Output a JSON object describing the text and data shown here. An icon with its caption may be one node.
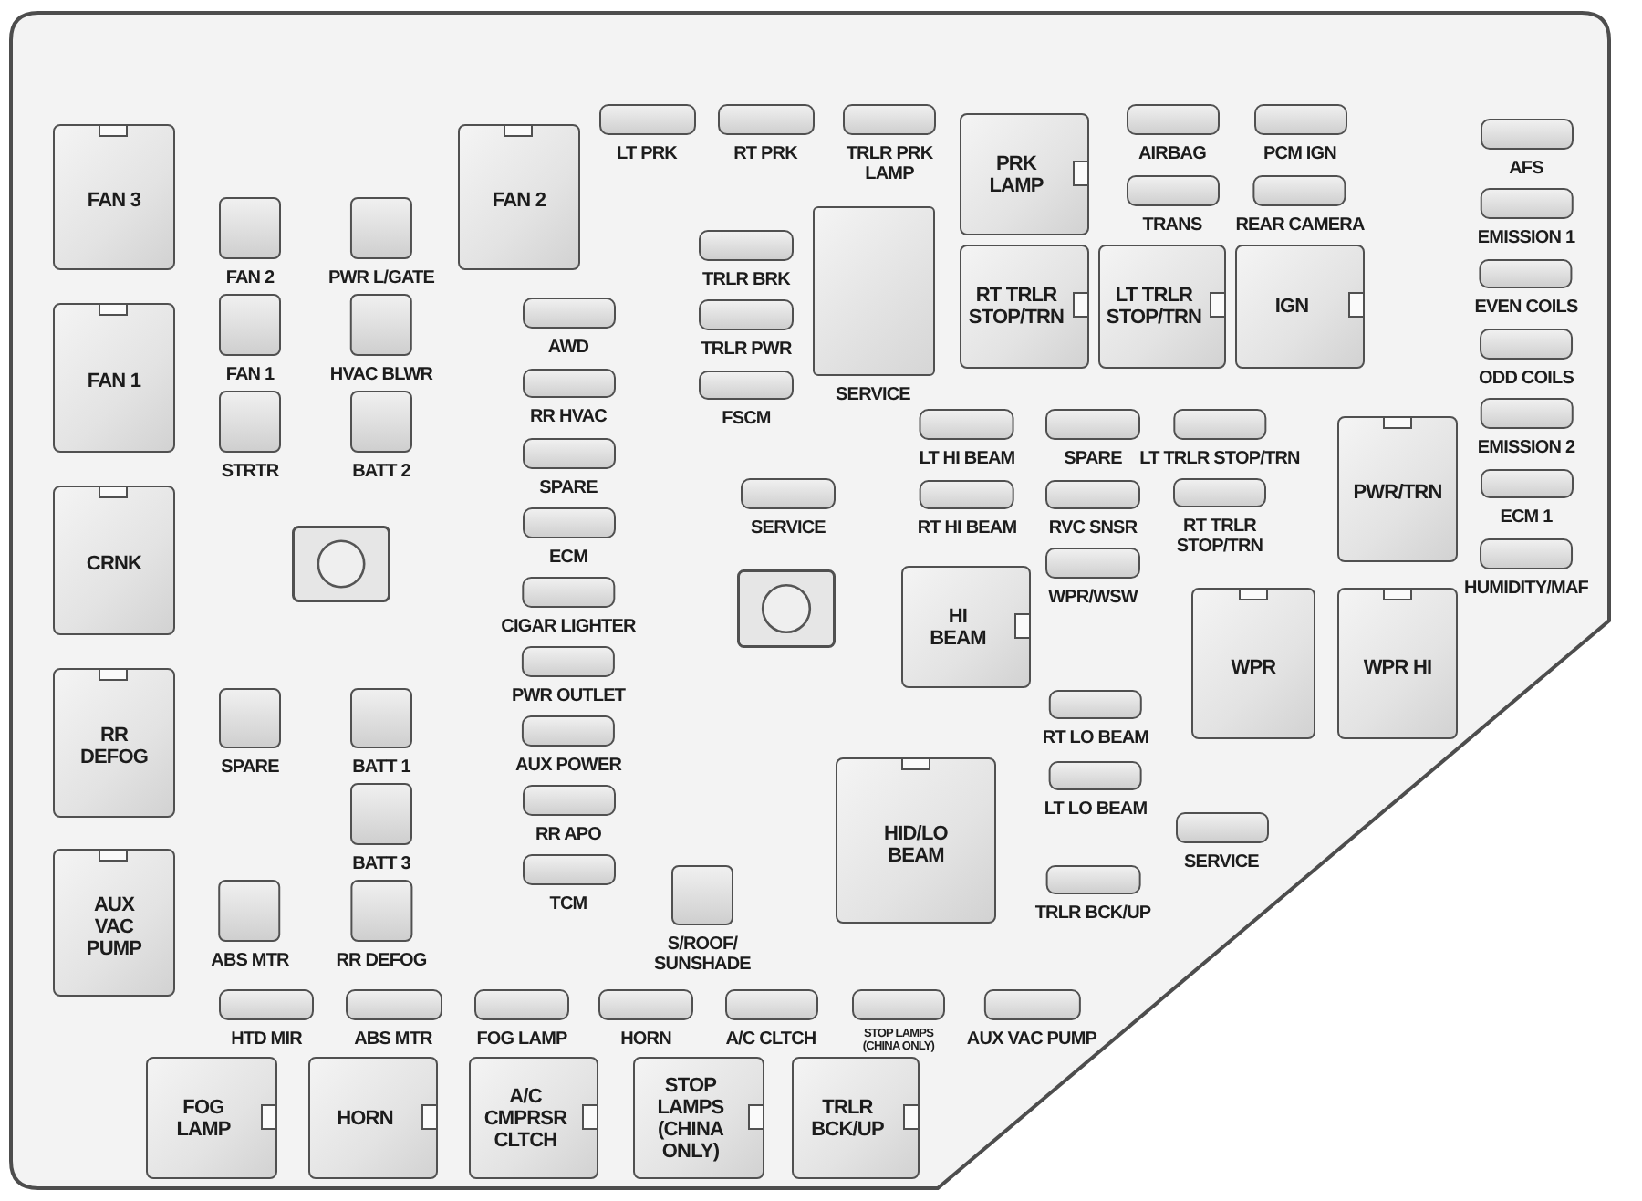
{
  "diagram": {
    "nodes": [
      {
        "text": [
          "FAN 3"
        ]
      },
      {
        "text": [
          "FAN 2"
        ]
      },
      {
        "text": [
          "LT PRK"
        ]
      },
      {
        "text": [
          "RT PRK"
        ]
      },
      {
        "text": [
          "TRLR PRK LAMP"
        ]
      },
      {
        "text": [
          "PRK LAMP"
        ]
      },
      {
        "text": [
          "AIRBAG"
        ]
      },
      {
        "text": [
          "PCM IGN"
        ]
      },
      {
        "text": [
          "AFS"
        ]
      },
      {
        "text": [
          "TRANS"
        ]
      },
      {
        "text": [
          "REAR CAMERA"
        ]
      },
      {
        "text": [
          "EMISSION 1"
        ]
      },
      {
        "text": [
          "FAN 2"
        ]
      },
      {
        "text": [
          "PWR L/GATE"
        ]
      },
      {
        "text": [
          "TRLR BRK"
        ]
      },
      {
        "text": [
          "SERVICE"
        ]
      },
      {
        "text": [
          "RT TRLR STOP/TRN"
        ]
      },
      {
        "text": [
          "LT TRLR STOP/TRN"
        ]
      },
      {
        "text": [
          "IGN"
        ]
      },
      {
        "text": [
          "EVEN COILS"
        ]
      },
      {
        "text": [
          "FAN 1"
        ]
      },
      {
        "text": [
          "FAN 1"
        ]
      },
      {
        "text": [
          "HVAC BLWR"
        ]
      },
      {
        "text": [
          "AWD"
        ]
      },
      {
        "text": [
          "TRLR PWR"
        ]
      },
      {
        "text": [
          "ODD COILS"
        ]
      },
      {
        "text": [
          "RR HVAC"
        ]
      },
      {
        "text": [
          "FSCM"
        ]
      },
      {
        "text": [
          "STRTR"
        ]
      },
      {
        "text": [
          "BATT 2"
        ]
      },
      {
        "text": [
          "EMISSION 2"
        ]
      },
      {
        "text": [
          "LT HI BEAM"
        ]
      },
      {
        "text": [
          "SPARE"
        ]
      },
      {
        "text": [
          "LT TRLR STOP/TRN"
        ]
      },
      {
        "text": [
          "PWR/TRN"
        ]
      },
      {
        "text": [
          "SPARE"
        ]
      },
      {
        "text": [
          "ECM 1"
        ]
      },
      {
        "text": [
          "CRNK"
        ]
      },
      {
        "text": [
          "SERVICE"
        ]
      },
      {
        "text": [
          "RT HI BEAM"
        ]
      },
      {
        "text": [
          "RVC SNSR"
        ]
      },
      {
        "text": [
          "RT TRLR STOP/TRN"
        ]
      },
      {
        "text": [
          "ECM"
        ]
      },
      {
        "text": [],
        "shape": "box"
      },
      {
        "text": [
          "HUMIDITY/MAF"
        ]
      },
      {
        "text": [
          "WPR/WSW"
        ]
      },
      {
        "text": [
          "HI BEAM"
        ]
      },
      {
        "text": [],
        "shape": "box"
      },
      {
        "text": [
          "CIGAR LIGHTER"
        ]
      },
      {
        "text": [
          "WPR"
        ]
      },
      {
        "text": [
          "WPR HI"
        ]
      },
      {
        "text": [
          "PWR OUTLET"
        ]
      },
      {
        "text": [
          "RR DEFOG"
        ]
      },
      {
        "text": [
          "SPARE"
        ]
      },
      {
        "text": [
          "BATT 1"
        ]
      },
      {
        "text": [
          "RT LO BEAM"
        ]
      },
      {
        "text": [
          "AUX POWER"
        ]
      },
      {
        "text": [
          "HID/LO BEAM"
        ]
      },
      {
        "text": [
          "LT LO BEAM"
        ]
      },
      {
        "text": [
          "BATT 3"
        ]
      },
      {
        "text": [
          "RR APO"
        ]
      },
      {
        "text": [
          "SERVICE"
        ]
      },
      {
        "text": [
          "AUX VAC PUMP"
        ]
      },
      {
        "text": [
          "TCM"
        ]
      },
      {
        "text": [
          "S/ROOF/ SUNSHADE"
        ]
      },
      {
        "text": [
          "TRLR BCK/UP"
        ]
      },
      {
        "text": [
          "ABS MTR"
        ]
      },
      {
        "text": [
          "RR DEFOG"
        ]
      },
      {
        "text": [
          "HTD MIR"
        ]
      },
      {
        "text": [
          "ABS MTR"
        ]
      },
      {
        "text": [
          "FOG LAMP"
        ]
      },
      {
        "text": [
          "HORN"
        ]
      },
      {
        "text": [
          "A/C CLTCH"
        ]
      },
      {
        "text": [
          "STOP LAMPS (CHINA ONLY)"
        ]
      },
      {
        "text": [
          "AUX VAC PUMP"
        ]
      },
      {
        "text": [
          "FOG LAMP"
        ]
      },
      {
        "text": [
          "HORN"
        ]
      },
      {
        "text": [
          "A/C CMPRSR CLTCH"
        ]
      },
      {
        "text": [
          "STOP LAMPS (CHINA ONLY)"
        ]
      },
      {
        "text": [
          "TRLR BCK/UP"
        ]
      }
    ]
  }
}
